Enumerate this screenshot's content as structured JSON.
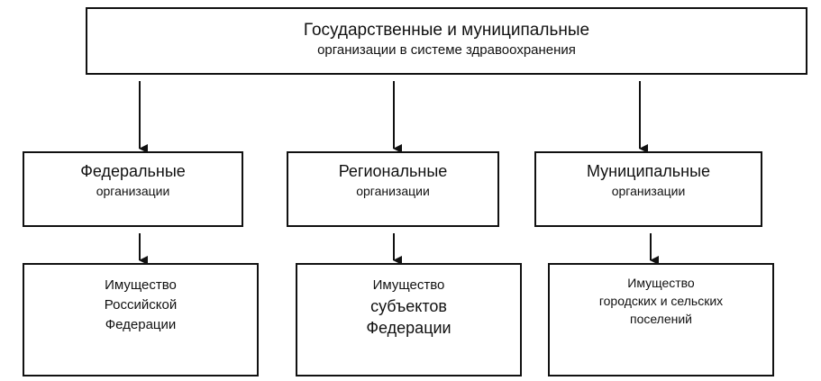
{
  "diagram": {
    "root": {
      "line1": "Государственные  и муниципальные",
      "line2": "организации  в системе здравоохранения"
    },
    "level2": [
      {
        "line1": "Федеральные",
        "line2": "организации"
      },
      {
        "line1": "Региональные",
        "line2": "организации"
      },
      {
        "line1": "Муниципальные",
        "line2": "организации"
      }
    ],
    "level3": [
      {
        "lines": [
          "Имущество",
          "Российской",
          "Федерации"
        ]
      },
      {
        "lines": [
          "Имущество",
          "субъектов",
          "Федерации"
        ]
      },
      {
        "lines": [
          "Имущество",
          "городских  и сельских",
          "поселений"
        ]
      }
    ],
    "colors": {
      "stroke": "#111111",
      "background": "#ffffff"
    }
  }
}
